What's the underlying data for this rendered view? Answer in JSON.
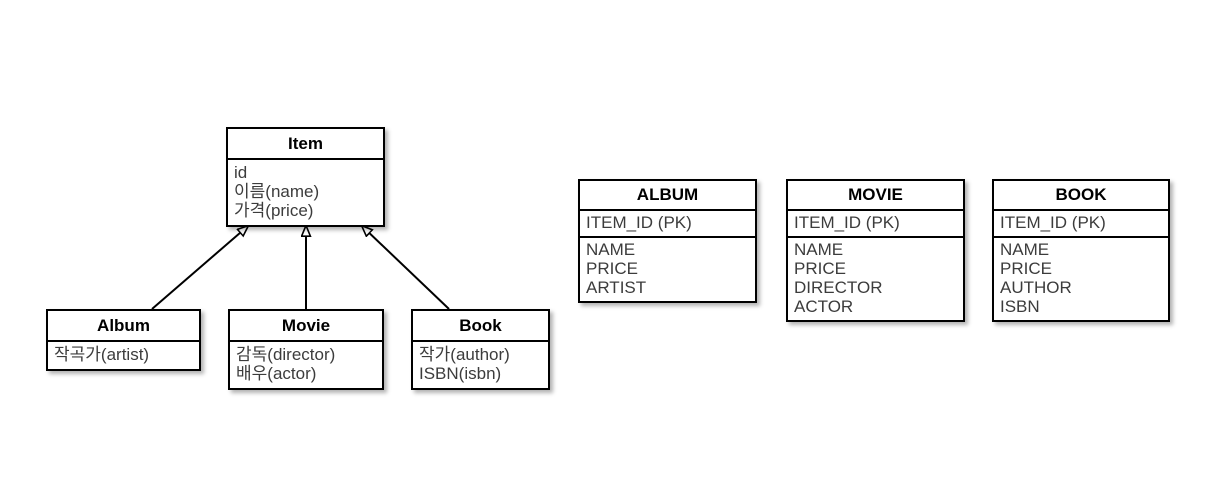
{
  "diagram": {
    "kind": "uml-class-to-relational-table-mapping",
    "uml": {
      "superclass": {
        "name": "Item",
        "attributes": [
          "id",
          "이름(name)",
          "가격(price)"
        ]
      },
      "subclasses": [
        {
          "name": "Album",
          "attributes": [
            "작곡가(artist)"
          ]
        },
        {
          "name": "Movie",
          "attributes": [
            "감독(director)",
            "배우(actor)"
          ]
        },
        {
          "name": "Book",
          "attributes": [
            "작가(author)",
            "ISBN(isbn)"
          ]
        }
      ],
      "relationship": "generalization"
    },
    "erd": {
      "tables": [
        {
          "name": "ALBUM",
          "key": "ITEM_ID (PK)",
          "columns": [
            "NAME",
            "PRICE",
            "ARTIST"
          ]
        },
        {
          "name": "MOVIE",
          "key": "ITEM_ID (PK)",
          "columns": [
            "NAME",
            "PRICE",
            "DIRECTOR",
            "ACTOR"
          ]
        },
        {
          "name": "BOOK",
          "key": "ITEM_ID (PK)",
          "columns": [
            "NAME",
            "PRICE",
            "AUTHOR",
            "ISBN"
          ]
        }
      ]
    },
    "colors": {
      "stroke": "#000000",
      "background": "#ffffff",
      "attribute_text": "#3c3c3c"
    }
  }
}
